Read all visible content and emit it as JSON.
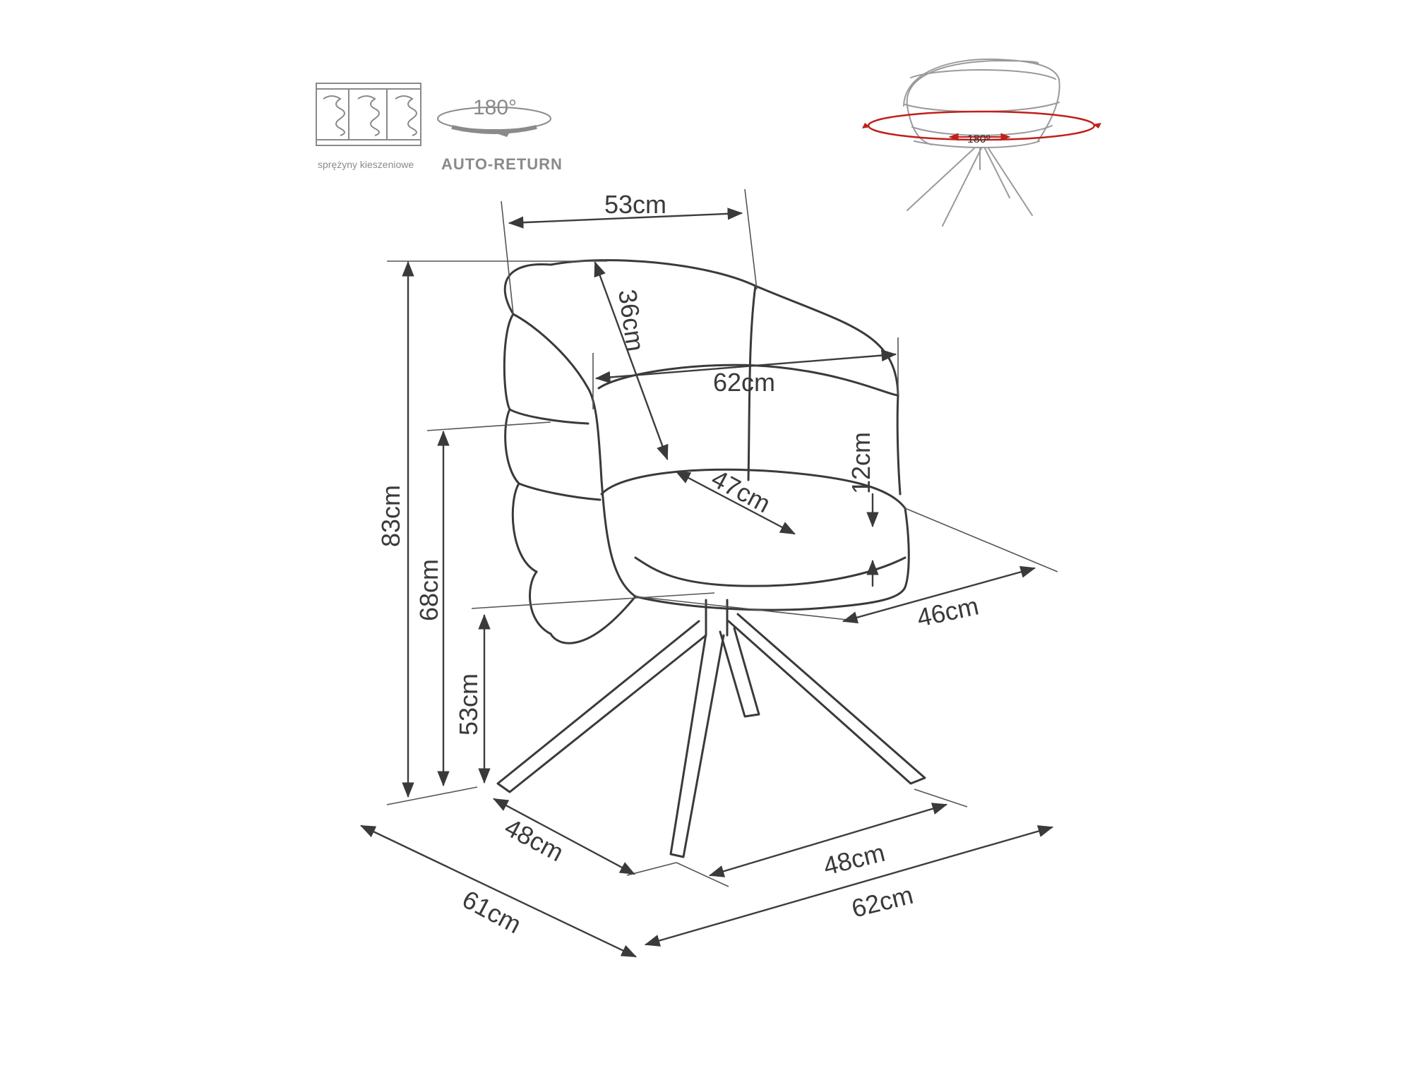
{
  "icons": {
    "springs_label": "sprężyny kieszeniowe",
    "rotation_degrees": "180°",
    "auto_return_label": "AUTO-RETURN"
  },
  "thumbnail": {
    "rotation_label": "180º",
    "arrow_color": "#c0201a"
  },
  "dimensions": {
    "backrest_width": "53cm",
    "backrest_height": "36cm",
    "armrest_width": "62cm",
    "seat_depth": "47cm",
    "seat_thickness": "12cm",
    "seat_width": "46cm",
    "total_height": "83cm",
    "armrest_height": "68cm",
    "seat_height": "53cm",
    "base_depth": "48cm",
    "base_width": "48cm",
    "total_depth": "61cm",
    "total_width": "62cm"
  }
}
